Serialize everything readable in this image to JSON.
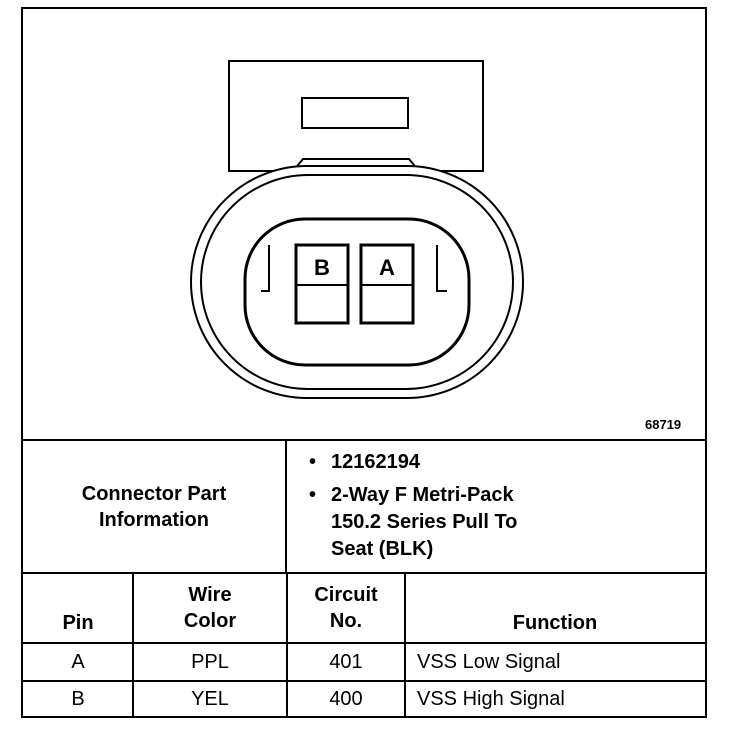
{
  "drawing": {
    "pin_labels": [
      "B",
      "A"
    ],
    "figure_number": "68719"
  },
  "connector_info": {
    "label_lines": [
      "Connector Part",
      "Information"
    ],
    "bullets": [
      [
        "12162194"
      ],
      [
        "2-Way F Metri-Pack",
        "150.2 Series Pull To",
        "Seat (BLK)"
      ]
    ]
  },
  "pin_table": {
    "headers": [
      [
        "Pin"
      ],
      [
        "Wire",
        "Color"
      ],
      [
        "Circuit",
        "No."
      ],
      [
        "Function"
      ]
    ],
    "rows": [
      [
        "A",
        "PPL",
        "401",
        "VSS Low Signal"
      ],
      [
        "B",
        "YEL",
        "400",
        "VSS High Signal"
      ]
    ]
  }
}
